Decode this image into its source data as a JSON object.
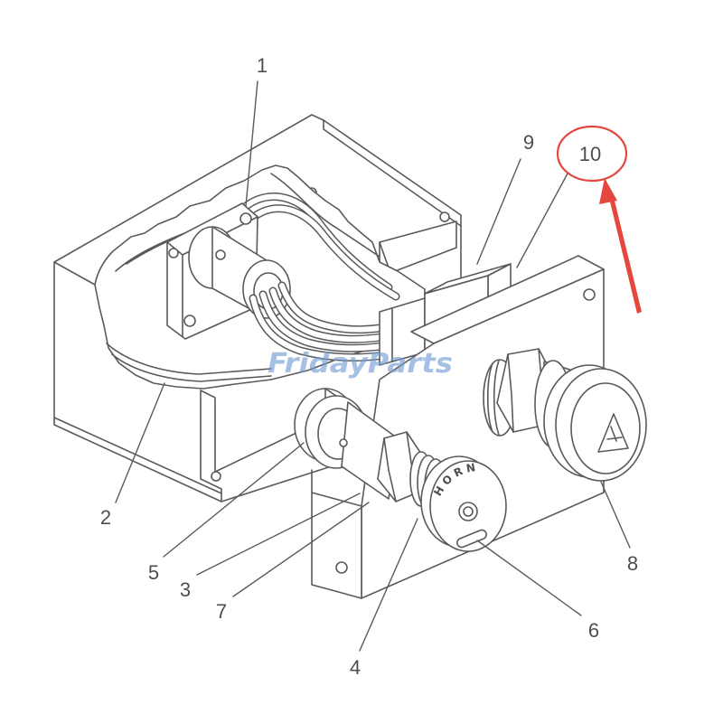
{
  "diagram": {
    "callouts": {
      "c1": "1",
      "c2": "2",
      "c3": "3",
      "c4": "4",
      "c5": "5",
      "c6": "6",
      "c7": "7",
      "c8": "8",
      "c9": "9",
      "c10": "10"
    },
    "horn_button_label": "HORN",
    "watermark": "FridayParts"
  },
  "colors": {
    "line_art": "#5a5a5a",
    "highlight": "#e4473d",
    "watermark": "#6f9bd1"
  }
}
